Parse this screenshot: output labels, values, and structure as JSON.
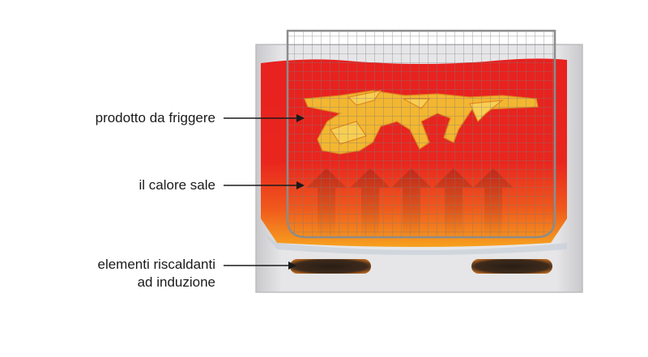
{
  "labels": {
    "product": "prodotto da friggere",
    "heat": "il calore sale",
    "elements_line1": "elementi riscaldanti",
    "elements_line2": "ad induzione"
  },
  "colors": {
    "oil_top": "#e8211f",
    "oil_bottom": "#f48a1c",
    "tank": "#d9d9dc",
    "basket": "#8c8c8c",
    "food": "#f3b631",
    "element": "#3a2a1e"
  }
}
